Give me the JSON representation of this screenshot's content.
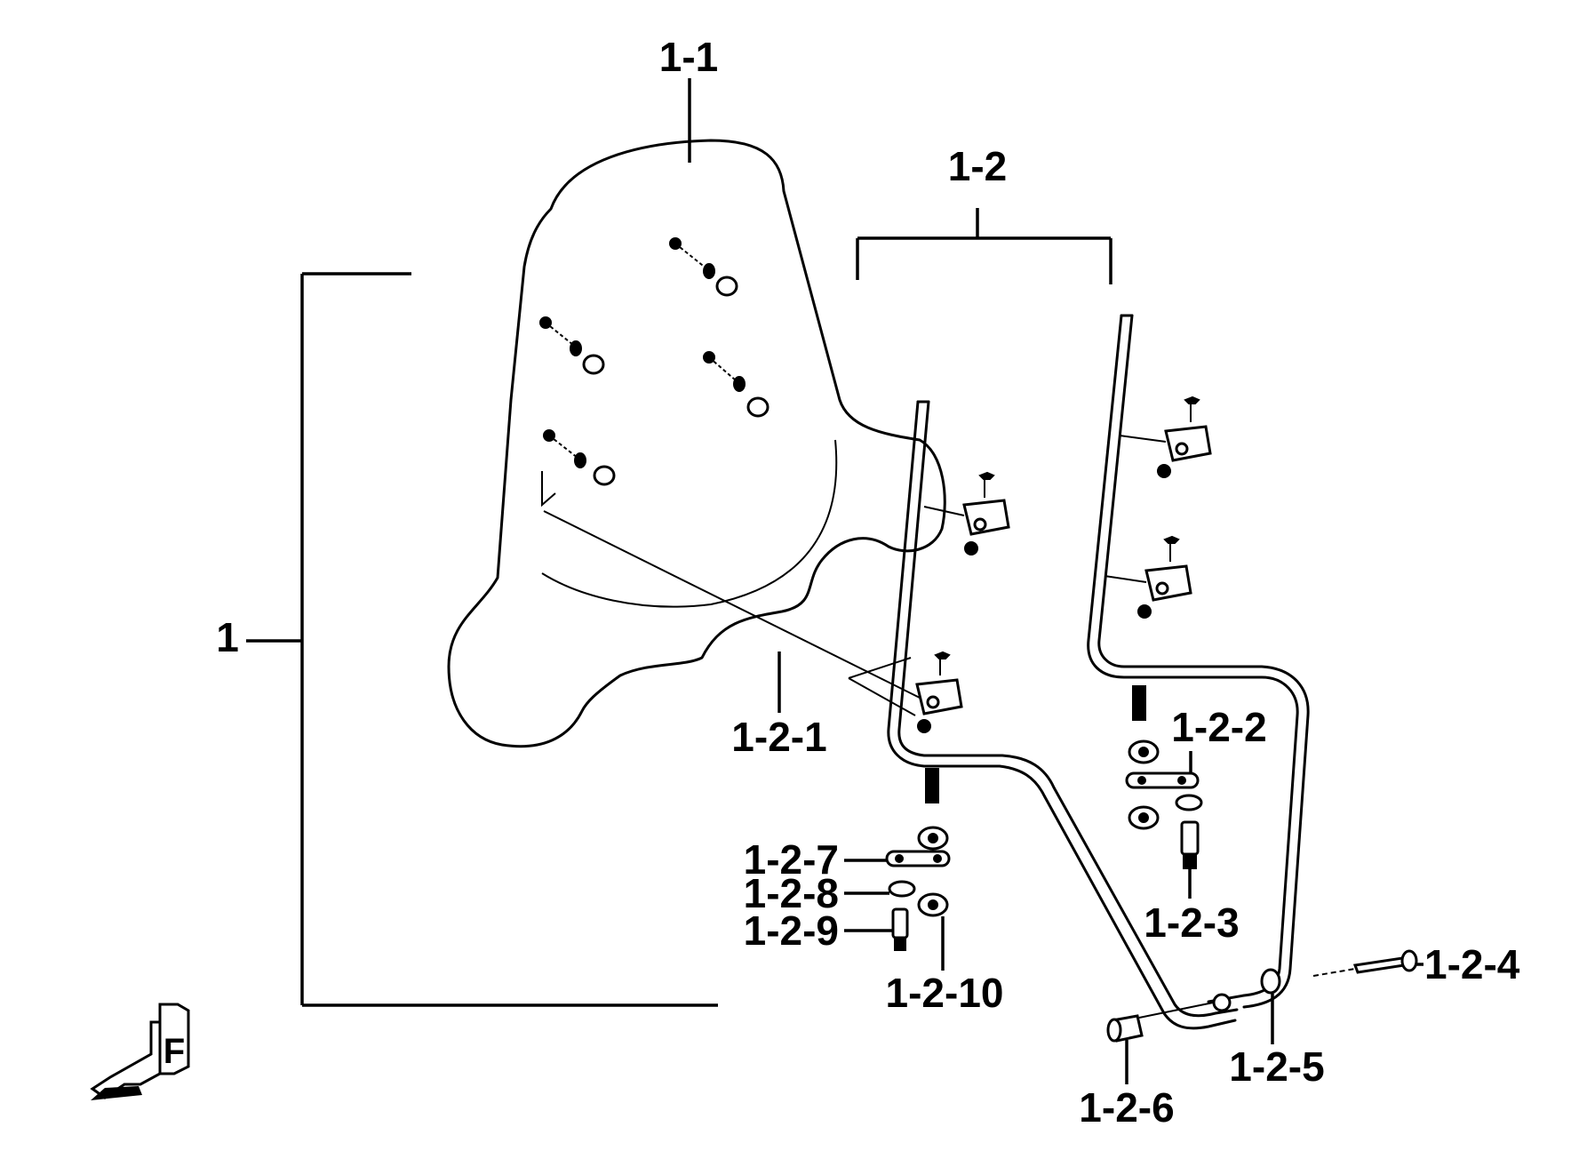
{
  "labels": {
    "l1": "1",
    "l1_1": "1-1",
    "l1_2": "1-2",
    "l1_2_1": "1-2-1",
    "l1_2_2": "1-2-2",
    "l1_2_3": "1-2-3",
    "l1_2_4": "1-2-4",
    "l1_2_5": "1-2-5",
    "l1_2_6": "1-2-6",
    "l1_2_7": "1-2-7",
    "l1_2_8": "1-2-8",
    "l1_2_9": "1-2-9",
    "l1_2_10": "1-2-10"
  },
  "icons": {
    "front_indicator": "front-arrow-icon",
    "front_letter": "F"
  }
}
